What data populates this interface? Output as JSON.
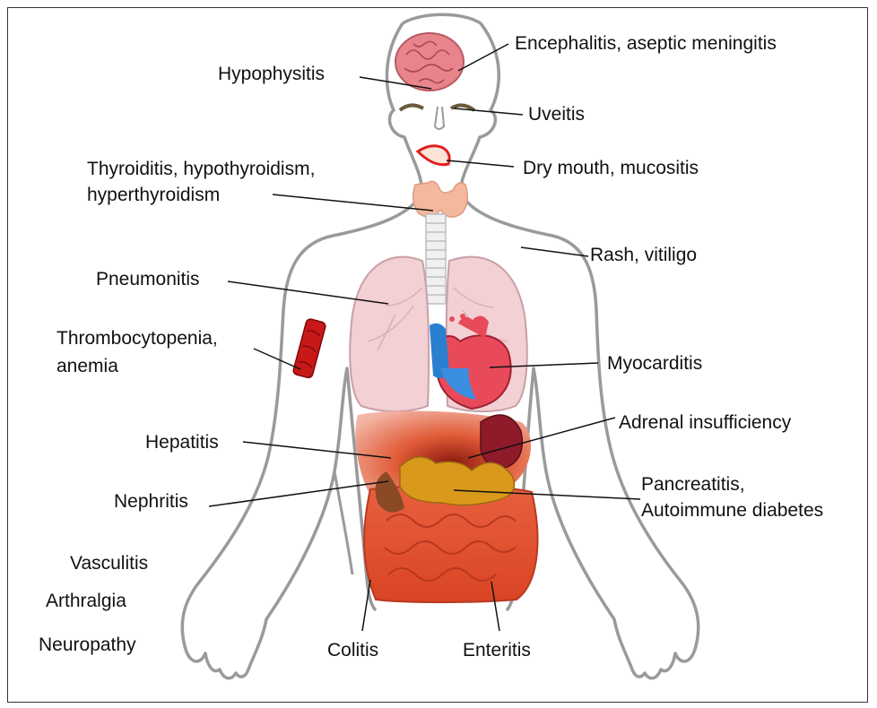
{
  "diagram": {
    "labels": {
      "encephalitis": "Encephalitis, aseptic meningitis",
      "hypophysitis": "Hypophysitis",
      "uveitis": "Uveitis",
      "thyroiditis_line1": "Thyroiditis, hypothyroidism,",
      "thyroiditis_line2": "hyperthyroidism",
      "dry_mouth": "Dry mouth, mucositis",
      "rash": "Rash, vitiligo",
      "pneumonitis": "Pneumonitis",
      "thrombocytopenia_line1": "Thrombocytopenia,",
      "thrombocytopenia_line2": "anemia",
      "myocarditis": "Myocarditis",
      "adrenal": "Adrenal insufficiency",
      "hepatitis": "Hepatitis",
      "pancreatitis_line1": "Pancreatitis,",
      "pancreatitis_line2": "Autoimmune diabetes",
      "nephritis": "Nephritis",
      "vasculitis": "Vasculitis",
      "arthralgia": "Arthralgia",
      "neuropathy": "Neuropathy",
      "colitis": "Colitis",
      "enteritis": "Enteritis"
    },
    "colors": {
      "outline": "#9a9a9a",
      "brain": "#e8848c",
      "thyroid": "#f4b89e",
      "lungs": "#f2d0d4",
      "heart": "#e84a5a",
      "liver": "#e0603a",
      "adrenal": "#8e1a2a",
      "pancreas": "#d99a1c",
      "intestine": "#e06040",
      "blood": "#c81818",
      "leader": "#111111"
    }
  }
}
